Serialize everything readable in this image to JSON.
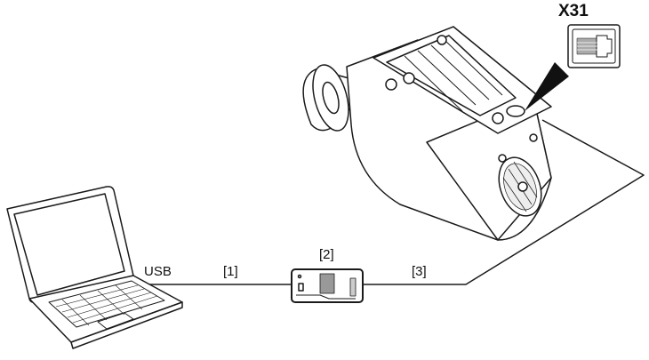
{
  "labels": {
    "usb": "USB",
    "cable1": "[1]",
    "adapter": "[2]",
    "cable3": "[3]",
    "port": "X31"
  },
  "colors": {
    "line": "#1a1a1a",
    "fill": "#ffffff",
    "shade": "#d9d9d9"
  }
}
